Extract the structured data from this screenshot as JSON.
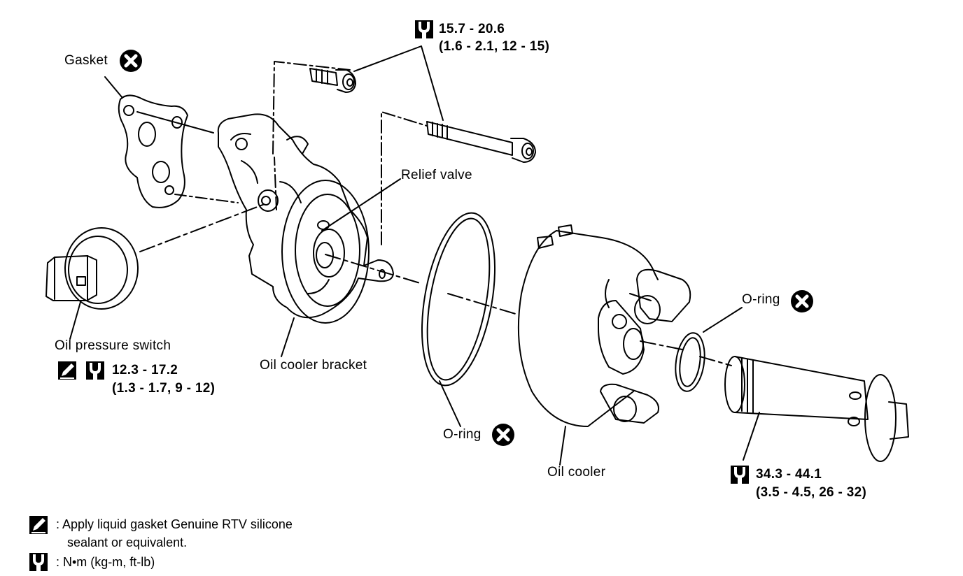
{
  "labels": {
    "gasket": "Gasket",
    "relief_valve": "Relief valve",
    "oil_pressure_switch": "Oil pressure switch",
    "oil_cooler_bracket": "Oil cooler bracket",
    "o_ring_left": "O-ring",
    "o_ring_right": "O-ring",
    "oil_cooler": "Oil cooler"
  },
  "torque": {
    "bolts": {
      "nm": "15.7 - 20.6",
      "alt": "(1.6 - 2.1, 12 - 15)"
    },
    "switch": {
      "nm": "12.3 - 17.2",
      "alt": "(1.3 - 1.7, 9 - 12)"
    },
    "connector_bolt": {
      "nm": "34.3 - 44.1",
      "alt": "(3.5 - 4.5, 26 - 32)"
    }
  },
  "legend": {
    "sealant_line1": ": Apply liquid gasket  Genuine RTV silicone",
    "sealant_line2": "sealant or equivalent.",
    "torque_units": ": N•m  (kg-m,  ft-lb)"
  },
  "icons": [
    "replace-part-icon",
    "torque-wrench-icon",
    "liquid-gasket-icon"
  ],
  "colors": {
    "ink": "#000000",
    "background": "#ffffff"
  }
}
